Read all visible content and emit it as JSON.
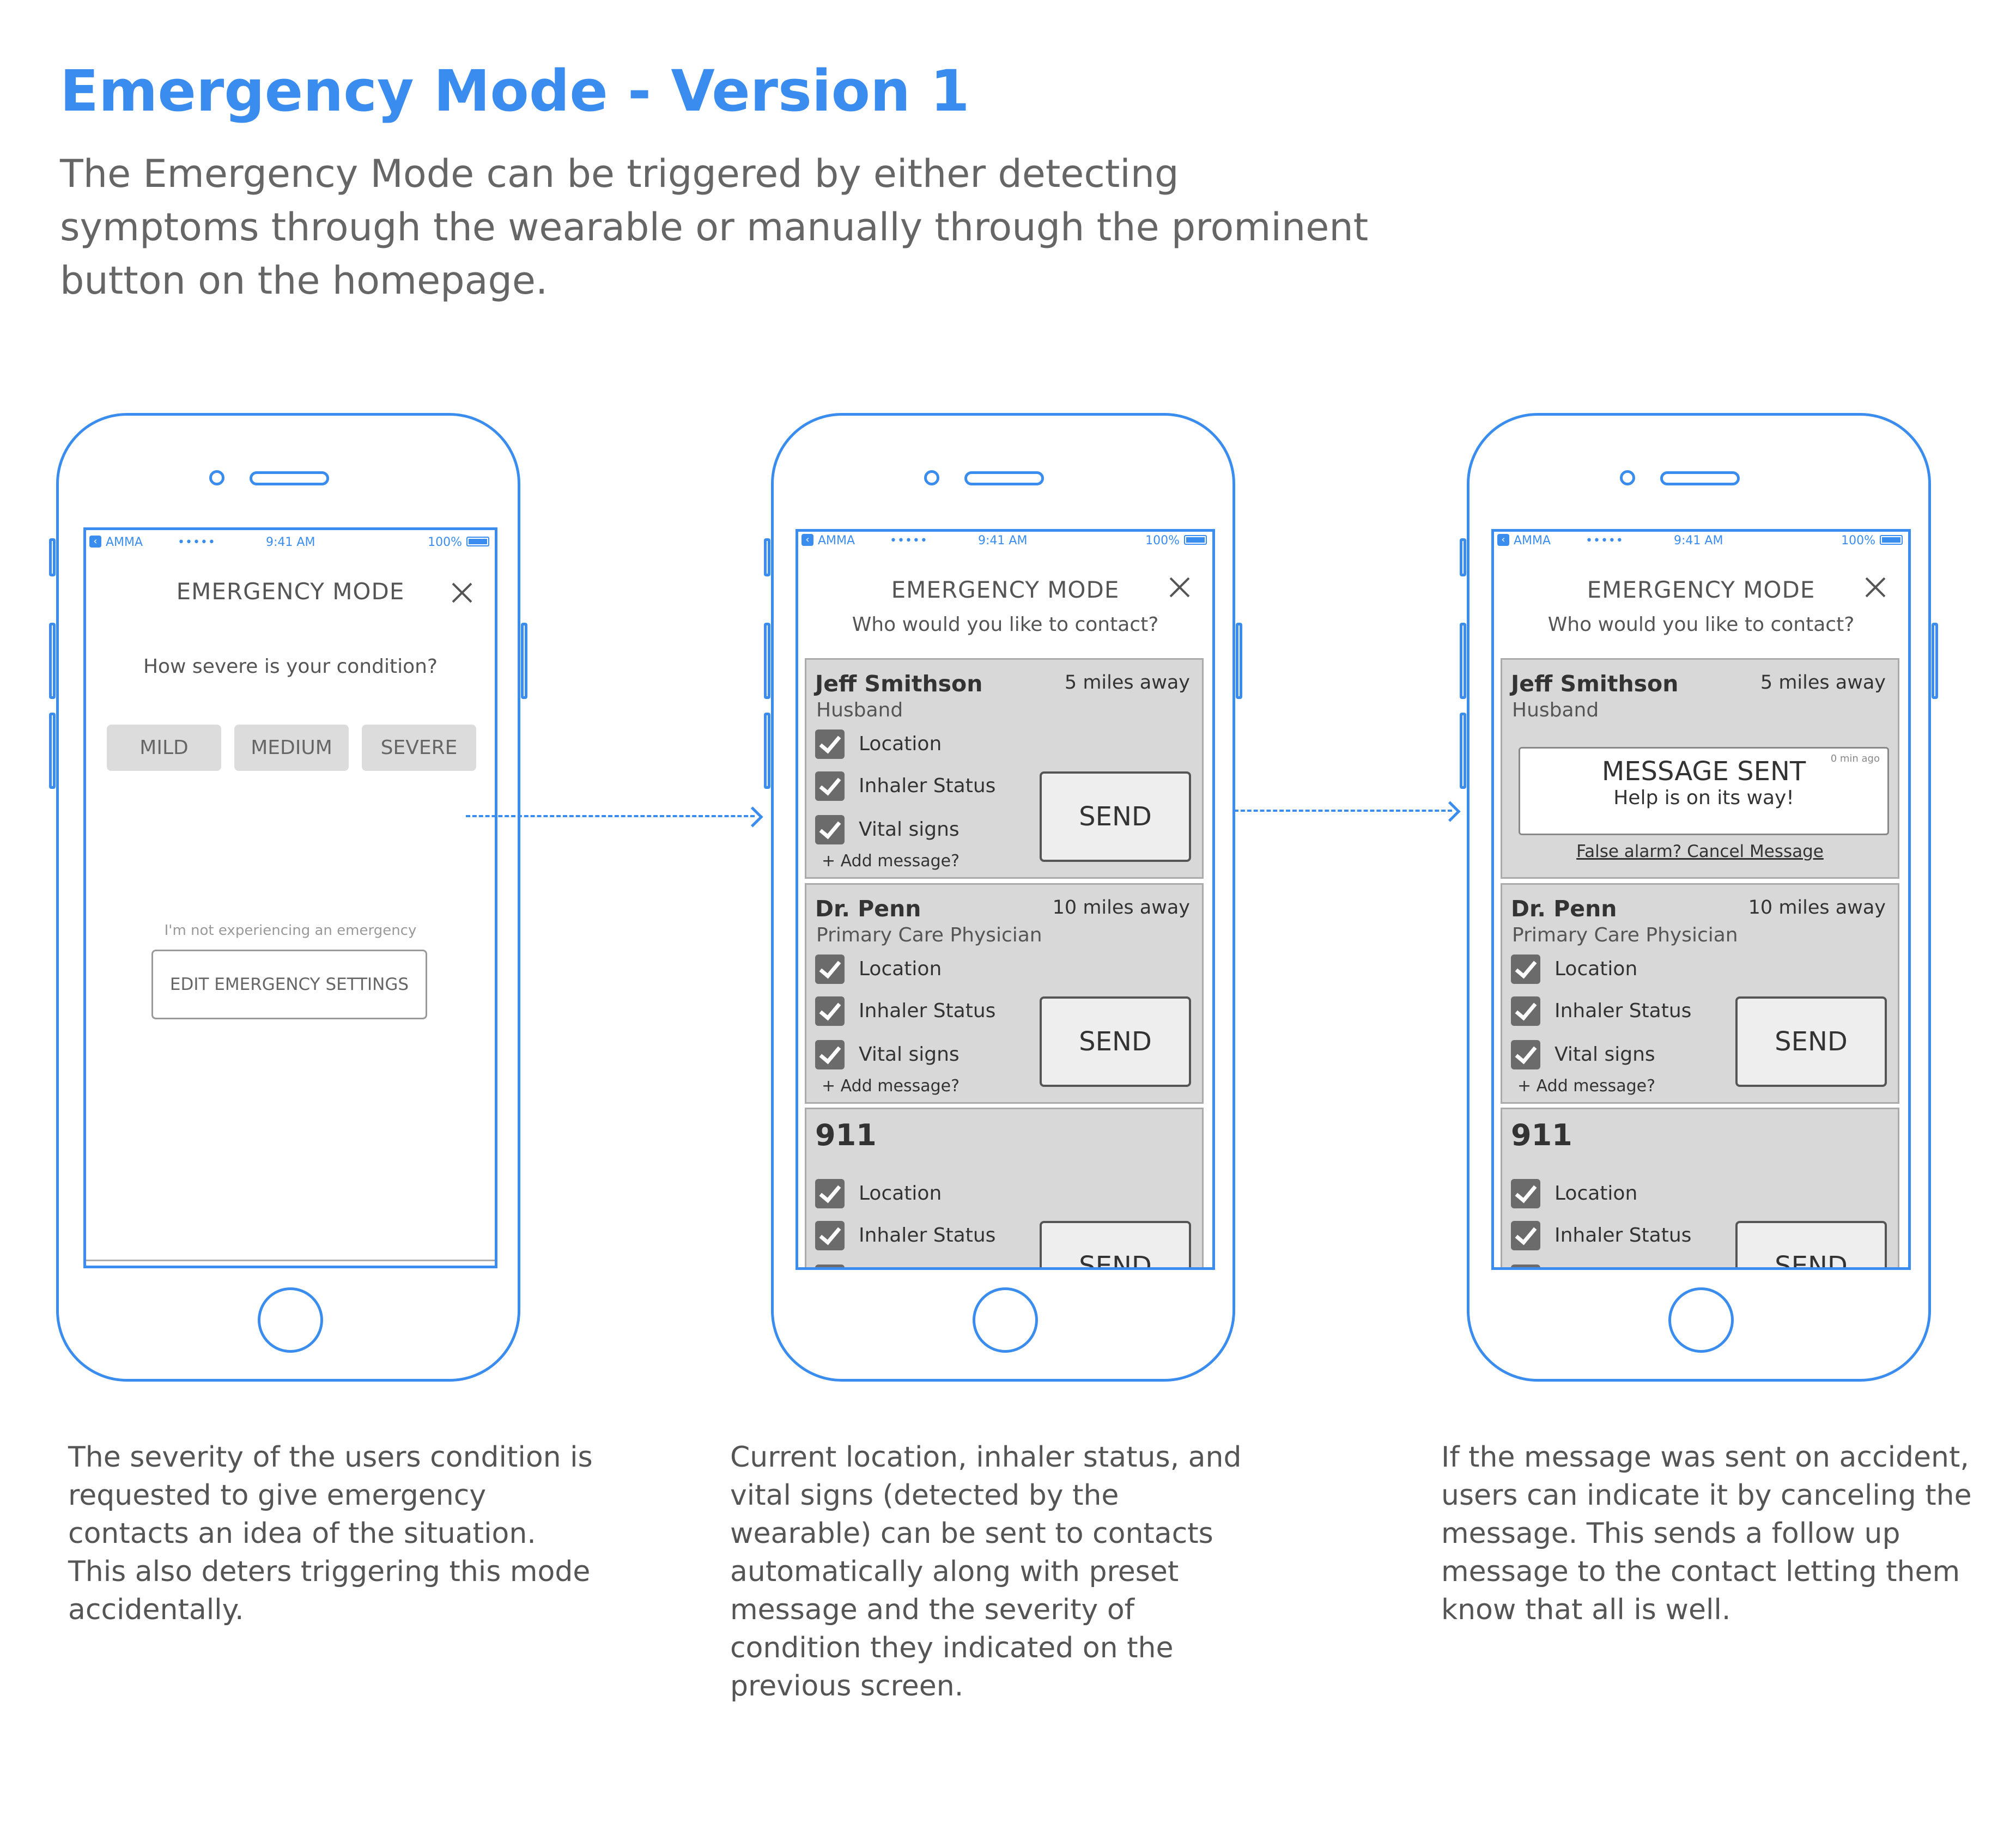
{
  "header": {
    "title": "Emergency Mode - Version 1",
    "intro": "The Emergency Mode can be triggered by either detecting symptoms through the wearable or manually through the prominent button on the homepage."
  },
  "status_bar": {
    "carrier": "AMMA",
    "signal": "•••••",
    "time": "9:41 AM",
    "battery": "100%"
  },
  "screen1": {
    "title": "EMERGENCY MODE",
    "question": "How severe is your condition?",
    "options": [
      "MILD",
      "MEDIUM",
      "SEVERE"
    ],
    "not_emergency": "I'm not experiencing an emergency",
    "edit_settings": "EDIT EMERGENCY SETTINGS"
  },
  "contact_screen": {
    "title": "EMERGENCY MODE",
    "question": "Who would you like to contact?",
    "send_label": "SEND",
    "add_message": "+ Add message?",
    "check_labels": [
      "Location",
      "Inhaler Status",
      "Vital signs"
    ]
  },
  "contacts": [
    {
      "name": "Jeff Smithson",
      "relation": "Husband",
      "distance": "5 miles away"
    },
    {
      "name": "Dr. Penn",
      "relation": "Primary Care Physician",
      "distance": "10 miles away"
    },
    {
      "name": "911",
      "relation": "",
      "distance": ""
    }
  ],
  "sent_state": {
    "title": "MESSAGE SENT",
    "subtitle": "Help is on its way!",
    "time": "0 min ago",
    "cancel": "False alarm? Cancel Message"
  },
  "captions": [
    "The severity of the users condition is requested to give emergency contacts an idea of the situation. This also deters triggering this mode accidentally.",
    "Current location, inhaler status, and vital signs (detected by the wearable) can be sent to contacts automatically along with preset message and the severity of condition they indicated on the previous screen.",
    "If the message was sent on accident, users can indicate it by canceling the message. This sends a follow up message to the contact letting them know that all is well."
  ],
  "colors": {
    "accent": "#3a8dee",
    "card": "#d8d8d8",
    "check": "#6b6b6b"
  }
}
